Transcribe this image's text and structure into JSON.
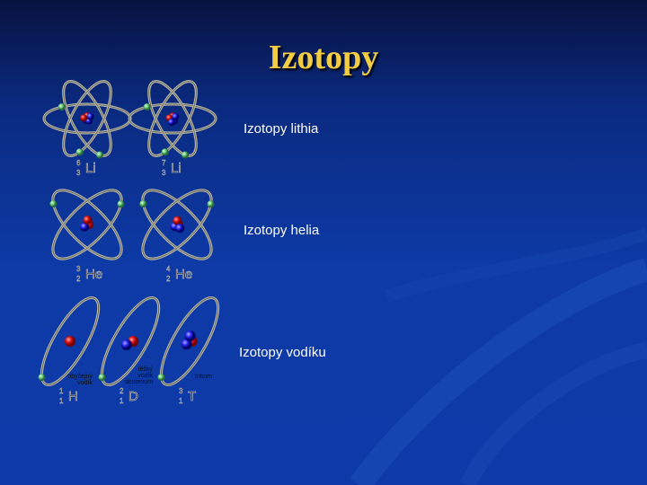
{
  "slide": {
    "title": "Izotopy",
    "title_color": "#f2cc44",
    "groups": [
      {
        "label": "Izotopy lithia",
        "atoms": [
          {
            "symbol": "Li",
            "mass": "6",
            "z": "3",
            "protons": 3,
            "neutrons": 3,
            "electrons": 3
          },
          {
            "symbol": "Li",
            "mass": "7",
            "z": "3",
            "protons": 3,
            "neutrons": 4,
            "electrons": 3
          }
        ]
      },
      {
        "label": "Izotopy helia",
        "atoms": [
          {
            "symbol": "He",
            "mass": "3",
            "z": "2",
            "protons": 2,
            "neutrons": 1,
            "electrons": 2
          },
          {
            "symbol": "He",
            "mass": "4",
            "z": "2",
            "protons": 2,
            "neutrons": 2,
            "electrons": 2
          }
        ]
      },
      {
        "label": "Izotopy vodíku",
        "atoms": [
          {
            "symbol": "H",
            "mass": "1",
            "z": "1",
            "protons": 1,
            "neutrons": 0,
            "electrons": 1,
            "caption": [
              "obyčejný",
              "vodík"
            ]
          },
          {
            "symbol": "D",
            "mass": "2",
            "z": "1",
            "protons": 1,
            "neutrons": 1,
            "electrons": 1,
            "caption": [
              "těžký",
              "vodík",
              "deuterium"
            ]
          },
          {
            "symbol": "T",
            "mass": "3",
            "z": "1",
            "protons": 1,
            "neutrons": 2,
            "electrons": 1,
            "caption": [
              "tritium"
            ]
          }
        ]
      }
    ]
  }
}
